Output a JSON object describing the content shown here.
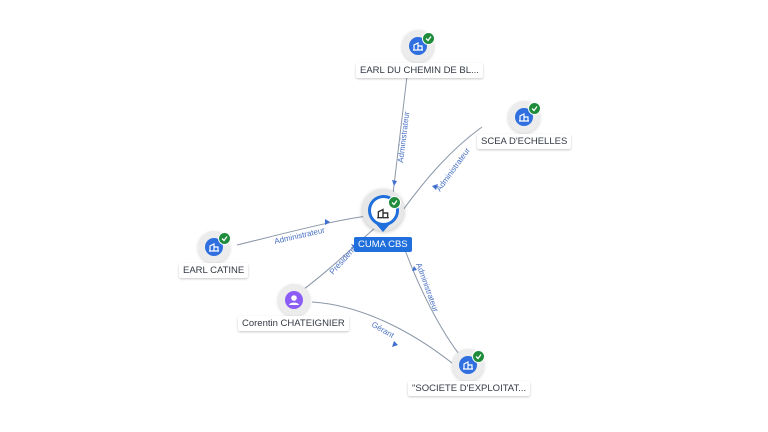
{
  "center": {
    "name": "CUMA CBS",
    "icon": "company-icon",
    "verified": true
  },
  "companies": [
    {
      "id": "earl_chemin",
      "name": "EARL DU CHEMIN DE BL...",
      "icon": "company-icon",
      "verified": true
    },
    {
      "id": "scea",
      "name": "SCEA D'ECHELLES",
      "icon": "company-icon",
      "verified": true
    },
    {
      "id": "earl_catine",
      "name": "EARL CATINE",
      "icon": "company-icon",
      "verified": true
    },
    {
      "id": "societe",
      "name": "\"SOCIETE D'EXPLOITAT...",
      "icon": "company-icon",
      "verified": true
    }
  ],
  "people": [
    {
      "id": "corentin",
      "name": "Corentin CHATEIGNIER",
      "icon": "person-icon"
    }
  ],
  "edges": [
    {
      "from": "earl_chemin",
      "to": "center",
      "label": "Administrateur"
    },
    {
      "from": "scea",
      "to": "center",
      "label": "Administrateur"
    },
    {
      "from": "earl_catine",
      "to": "center",
      "label": "Administrateur"
    },
    {
      "from": "corentin",
      "to": "center",
      "label": "Président"
    },
    {
      "from": "societe",
      "to": "center",
      "label": "Administrateur"
    },
    {
      "from": "corentin",
      "to": "societe",
      "label": "Gérant"
    }
  ],
  "colors": {
    "company": "#2f6fe0",
    "person": "#8b5cf6",
    "verified": "#1f8c3c",
    "center": "#1f6fdc",
    "edge": "#8b97a8",
    "edge_label": "#4a72c4"
  }
}
